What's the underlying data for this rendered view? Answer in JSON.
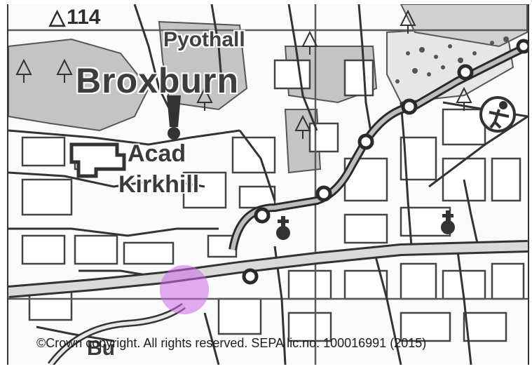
{
  "map": {
    "places": {
      "broxburn": "Broxburn",
      "pyothall": "Pyothall",
      "acad": "Acad",
      "kirkhill": "Kirkhill",
      "bu": "Bu"
    },
    "trig_point": {
      "symbol": "△",
      "height": "114"
    },
    "copyright": "©Crown copyright. All rights reserved. SEPA lic.no. 100016991 (2015)",
    "marker": {
      "color": "#cc66e6",
      "icon": "location-highlight-icon"
    },
    "symbols": [
      "woodland-icon",
      "church-icon",
      "railway-station-icon",
      "sports-centre-icon",
      "trig-point-icon"
    ]
  }
}
